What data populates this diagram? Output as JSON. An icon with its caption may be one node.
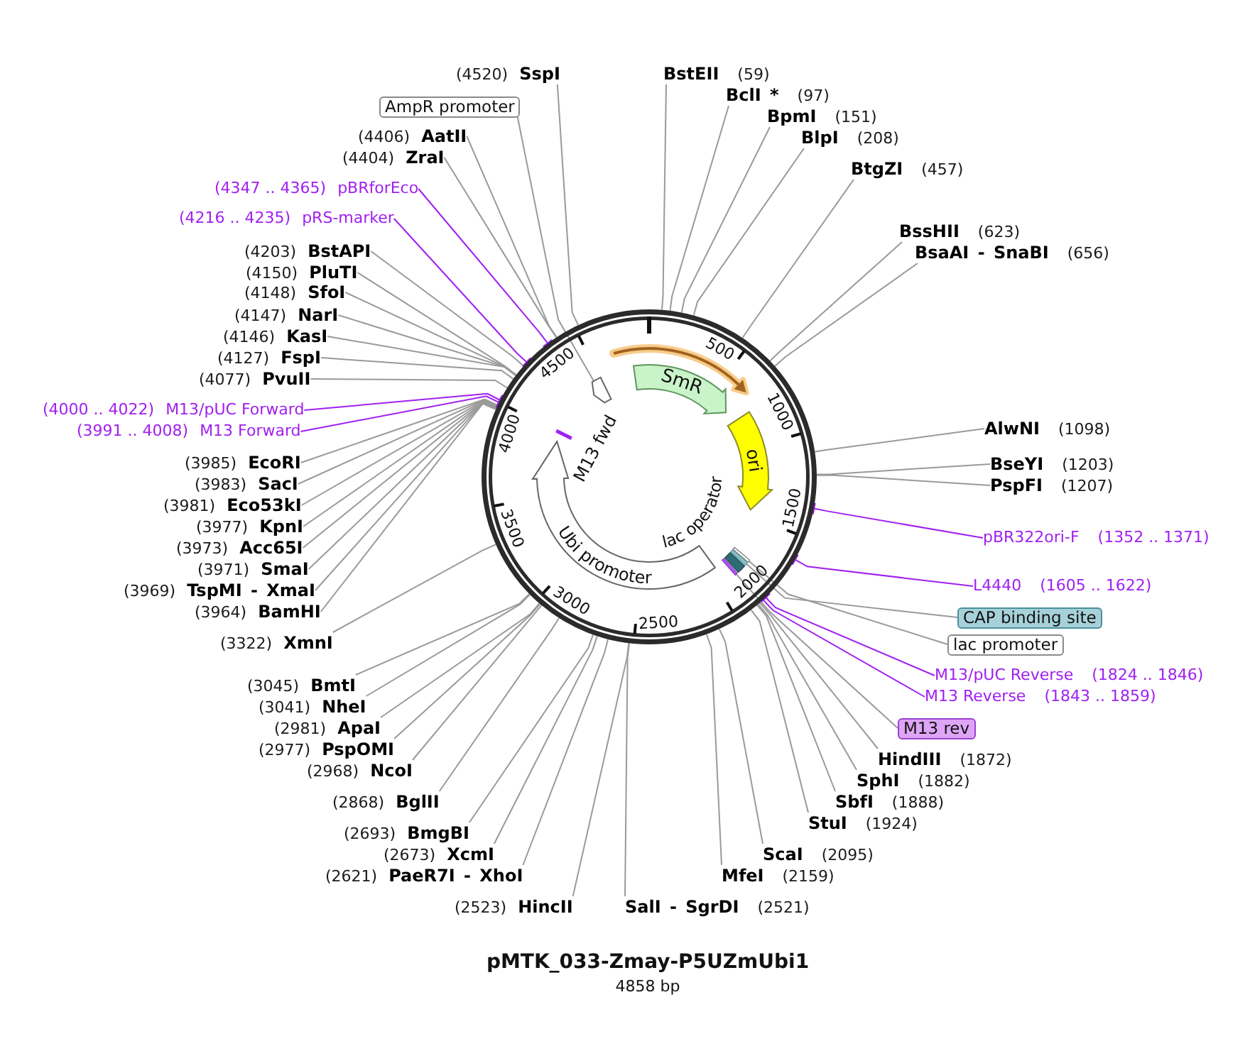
{
  "diagram": {
    "title": "pMTK_033-Zmay-P5UZmUbi1",
    "caption": "4858 bp",
    "nodes": [
      {
        "text": [],
        "shape": "circle"
      },
      {
        "text": [],
        "shape": "arrow",
        "in": 0
      },
      {
        "text": [
          "SmR"
        ],
        "in": 0
      },
      {
        "text": [
          "ori"
        ],
        "in": 0
      },
      {
        "text": [
          "lac operator"
        ],
        "in": 0
      },
      {
        "text": [],
        "shape": "bar",
        "in": 0
      },
      {
        "text": [],
        "shape": "bar",
        "in": 0
      },
      {
        "text": [],
        "shape": "bar",
        "in": 0
      },
      {
        "text": [
          "Ubi promoter"
        ],
        "in": 0
      },
      {
        "text": [
          "M13 fwd"
        ],
        "in": 0
      },
      {
        "text": [],
        "shape": "arrow",
        "in": 0
      },
      {
        "text": [
          "BstEII",
          "(59)"
        ]
      },
      {
        "text": [
          "BclI *",
          "(97)"
        ]
      },
      {
        "text": [
          "BpmI",
          "(151)"
        ]
      },
      {
        "text": [
          "BlpI",
          "(208)"
        ]
      },
      {
        "text": [
          "BtgZI",
          "(457)"
        ]
      },
      {
        "text": [
          "BssHII",
          "(623)"
        ]
      },
      {
        "text": [
          "BsaAI - SnaBI",
          "(656)"
        ]
      },
      {
        "text": [
          "AlwNI",
          "(1098)"
        ]
      },
      {
        "text": [
          "BseYI",
          "(1203)"
        ]
      },
      {
        "text": [
          "PspFI",
          "(1207)"
        ]
      },
      {
        "text": [
          "pBR322ori-F",
          "(1352 .. 1371)"
        ]
      },
      {
        "text": [
          "L4440",
          "(1605 .. 1622)"
        ]
      },
      {
        "text": [
          "CAP binding site"
        ]
      },
      {
        "text": [
          "lac promoter"
        ]
      },
      {
        "text": [
          "M13/pUC Reverse",
          "(1824 .. 1846)"
        ]
      },
      {
        "text": [
          "M13 Reverse",
          "(1843 .. 1859)"
        ]
      },
      {
        "text": [
          "M13 rev"
        ]
      },
      {
        "text": [
          "HindIII",
          "(1872)"
        ]
      },
      {
        "text": [
          "SphI",
          "(1882)"
        ]
      },
      {
        "text": [
          "SbfI",
          "(1888)"
        ]
      },
      {
        "text": [
          "StuI",
          "(1924)"
        ]
      },
      {
        "text": [
          "ScaI",
          "(2095)"
        ]
      },
      {
        "text": [
          "MfeI",
          "(2159)"
        ]
      },
      {
        "text": [
          "SalI - SgrDI",
          "(2521)"
        ]
      },
      {
        "text": [
          "(2523)",
          "HincII"
        ]
      },
      {
        "text": [
          "(2621)",
          "PaeR7I - XhoI"
        ]
      },
      {
        "text": [
          "(2673)",
          "XcmI"
        ]
      },
      {
        "text": [
          "(2693)",
          "BmgBI"
        ]
      },
      {
        "text": [
          "(2868)",
          "BglII"
        ]
      },
      {
        "text": [
          "(2968)",
          "NcoI"
        ]
      },
      {
        "text": [
          "(2977)",
          "PspOMI"
        ]
      },
      {
        "text": [
          "(2981)",
          "ApaI"
        ]
      },
      {
        "text": [
          "(3041)",
          "NheI"
        ]
      },
      {
        "text": [
          "(3045)",
          "BmtI"
        ]
      },
      {
        "text": [
          "(3322)",
          "XmnI"
        ]
      },
      {
        "text": [
          "(3964)",
          "BamHI"
        ]
      },
      {
        "text": [
          "(3969)",
          "TspMI - XmaI"
        ]
      },
      {
        "text": [
          "(3971)",
          "SmaI"
        ]
      },
      {
        "text": [
          "(3973)",
          "Acc65I"
        ]
      },
      {
        "text": [
          "(3977)",
          "KpnI"
        ]
      },
      {
        "text": [
          "(3981)",
          "Eco53kI"
        ]
      },
      {
        "text": [
          "(3983)",
          "SacI"
        ]
      },
      {
        "text": [
          "(3985)",
          "EcoRI"
        ]
      },
      {
        "text": [
          "(3991 .. 4008)",
          "M13 Forward"
        ]
      },
      {
        "text": [
          "(4000 .. 4022)",
          "M13/pUC Forward"
        ]
      },
      {
        "text": [
          "(4077)",
          "PvuII"
        ]
      },
      {
        "text": [
          "(4127)",
          "FspI"
        ]
      },
      {
        "text": [
          "(4146)",
          "KasI"
        ]
      },
      {
        "text": [
          "(4147)",
          "NarI"
        ]
      },
      {
        "text": [
          "(4148)",
          "SfoI"
        ]
      },
      {
        "text": [
          "(4150)",
          "PluTI"
        ]
      },
      {
        "text": [
          "(4203)",
          "BstAPI"
        ]
      },
      {
        "text": [
          "(4216 .. 4235)",
          "pRS-marker"
        ]
      },
      {
        "text": [
          "(4347 .. 4365)",
          "pBRforEco"
        ]
      },
      {
        "text": [
          "(4404)",
          "ZraI"
        ]
      },
      {
        "text": [
          "(4406)",
          "AatII"
        ]
      },
      {
        "text": [
          "AmpR promoter"
        ]
      },
      {
        "text": [
          "(4520)",
          "SspI"
        ]
      }
    ],
    "edges": [
      {
        "from": 11,
        "to": 0,
        "arrow": "none"
      },
      {
        "from": 12,
        "to": 0,
        "arrow": "none"
      },
      {
        "from": 13,
        "to": 0,
        "arrow": "none"
      },
      {
        "from": 14,
        "to": 0,
        "arrow": "none"
      },
      {
        "from": 15,
        "to": 0,
        "arrow": "none"
      },
      {
        "from": 16,
        "to": 0,
        "arrow": "none"
      },
      {
        "from": 17,
        "to": 0,
        "arrow": "none"
      },
      {
        "from": 18,
        "to": 0,
        "arrow": "none"
      },
      {
        "from": 19,
        "to": 0,
        "arrow": "none"
      },
      {
        "from": 20,
        "to": 0,
        "arrow": "none"
      },
      {
        "from": 21,
        "to": 0,
        "arrow": "other",
        "color": "#a020f0"
      },
      {
        "from": 22,
        "to": 0,
        "arrow": "other",
        "color": "#a020f0"
      },
      {
        "from": 23,
        "to": 5,
        "arrow": "none"
      },
      {
        "from": 24,
        "to": 6,
        "arrow": "none"
      },
      {
        "from": 25,
        "to": 0,
        "arrow": "other",
        "color": "#a020f0"
      },
      {
        "from": 26,
        "to": 0,
        "arrow": "other",
        "color": "#a020f0"
      },
      {
        "from": 27,
        "to": 7,
        "arrow": "none"
      },
      {
        "from": 28,
        "to": 0,
        "arrow": "none"
      },
      {
        "from": 29,
        "to": 0,
        "arrow": "none"
      },
      {
        "from": 30,
        "to": 0,
        "arrow": "none"
      },
      {
        "from": 31,
        "to": 0,
        "arrow": "none"
      },
      {
        "from": 32,
        "to": 0,
        "arrow": "none"
      },
      {
        "from": 33,
        "to": 0,
        "arrow": "none"
      },
      {
        "from": 34,
        "to": 0,
        "arrow": "none"
      },
      {
        "from": 35,
        "to": 0,
        "arrow": "none"
      },
      {
        "from": 36,
        "to": 0,
        "arrow": "none"
      },
      {
        "from": 37,
        "to": 0,
        "arrow": "none"
      },
      {
        "from": 38,
        "to": 0,
        "arrow": "none"
      },
      {
        "from": 39,
        "to": 0,
        "arrow": "none"
      },
      {
        "from": 40,
        "to": 0,
        "arrow": "none"
      },
      {
        "from": 41,
        "to": 0,
        "arrow": "none"
      },
      {
        "from": 42,
        "to": 0,
        "arrow": "none"
      },
      {
        "from": 43,
        "to": 0,
        "arrow": "none"
      },
      {
        "from": 44,
        "to": 0,
        "arrow": "none"
      },
      {
        "from": 45,
        "to": 0,
        "arrow": "none"
      },
      {
        "from": 46,
        "to": 0,
        "arrow": "none"
      },
      {
        "from": 47,
        "to": 0,
        "arrow": "none"
      },
      {
        "from": 48,
        "to": 0,
        "arrow": "none"
      },
      {
        "from": 49,
        "to": 0,
        "arrow": "none"
      },
      {
        "from": 50,
        "to": 0,
        "arrow": "none"
      },
      {
        "from": 51,
        "to": 0,
        "arrow": "none"
      },
      {
        "from": 52,
        "to": 0,
        "arrow": "none"
      },
      {
        "from": 53,
        "to": 0,
        "arrow": "none"
      },
      {
        "from": 54,
        "to": 0,
        "arrow": "other",
        "color": "#a020f0"
      },
      {
        "from": 55,
        "to": 0,
        "arrow": "other",
        "color": "#a020f0"
      },
      {
        "from": 56,
        "to": 0,
        "arrow": "none"
      },
      {
        "from": 57,
        "to": 0,
        "arrow": "none"
      },
      {
        "from": 58,
        "to": 0,
        "arrow": "none"
      },
      {
        "from": 59,
        "to": 0,
        "arrow": "none"
      },
      {
        "from": 60,
        "to": 0,
        "arrow": "none"
      },
      {
        "from": 61,
        "to": 0,
        "arrow": "none"
      },
      {
        "from": 62,
        "to": 0,
        "arrow": "none"
      },
      {
        "from": 63,
        "to": 0,
        "arrow": "other",
        "color": "#a020f0"
      },
      {
        "from": 64,
        "to": 0,
        "arrow": "other",
        "color": "#a020f0"
      },
      {
        "from": 65,
        "to": 0,
        "arrow": "none"
      },
      {
        "from": 66,
        "to": 0,
        "arrow": "none"
      },
      {
        "from": 67,
        "to": 10,
        "arrow": "none"
      },
      {
        "from": 68,
        "to": 0,
        "arrow": "none"
      }
    ],
    "labels": [
      "500",
      "1000",
      "1500",
      "2000",
      "2500",
      "3000",
      "3500",
      "4000",
      "4500"
    ]
  }
}
